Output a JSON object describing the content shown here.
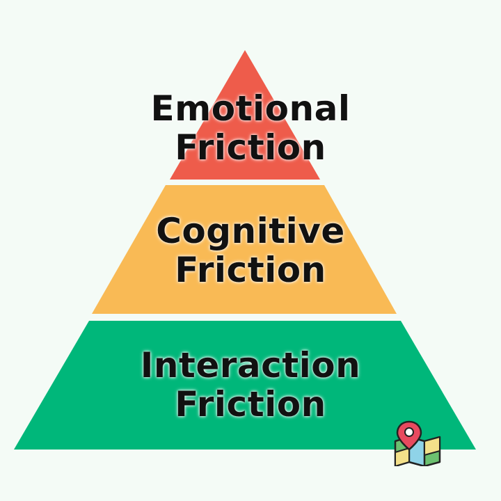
{
  "diagram": {
    "type": "pyramid",
    "tiers": [
      {
        "id": "emotional",
        "line1": "Emotional",
        "line2": "Friction",
        "color": "#ee5c4b"
      },
      {
        "id": "cognitive",
        "line1": "Cognitive",
        "line2": "Friction",
        "color": "#f9ba55"
      },
      {
        "id": "interaction",
        "line1": "Interaction",
        "line2": "Friction",
        "color": "#00b77a"
      }
    ]
  },
  "logo": {
    "icon": "map-pin-icon"
  }
}
